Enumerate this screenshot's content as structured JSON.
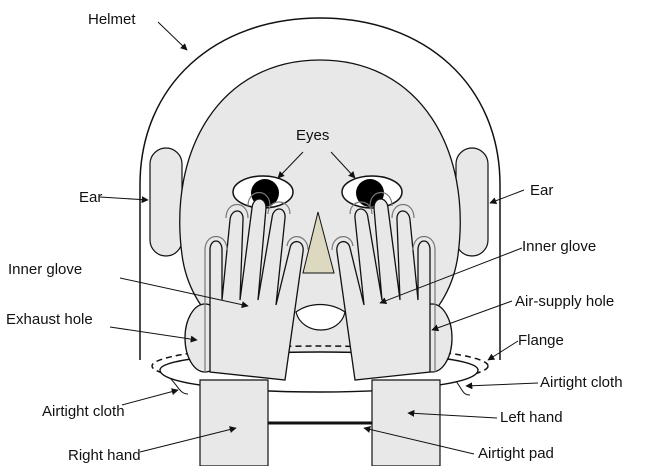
{
  "labels": {
    "helmet": "Helmet",
    "eyes": "Eyes",
    "ear_left": "Ear",
    "ear_right": "Ear",
    "inner_glove_left": "Inner glove",
    "inner_glove_right": "Inner glove",
    "exhaust_hole": "Exhaust hole",
    "air_supply_hole": "Air-supply hole",
    "flange": "Flange",
    "airtight_cloth_left": "Airtight cloth",
    "airtight_cloth_right": "Airtight cloth",
    "left_hand": "Left hand",
    "right_hand": "Right hand",
    "airtight_pad": "Airtight pad"
  },
  "colors": {
    "stroke": "#111111",
    "skin": "#e8e8e8",
    "nose": "#ddd8c0",
    "pupil": "#000000",
    "background": "#ffffff"
  }
}
